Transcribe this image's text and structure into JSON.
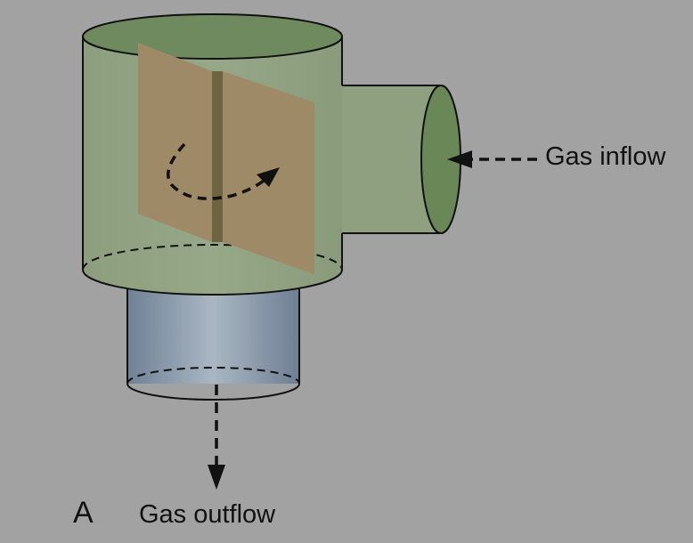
{
  "figure": {
    "panel_label": "A",
    "labels": {
      "inflow": "Gas inflow",
      "outflow": "Gas outflow"
    },
    "colors": {
      "background": "#a2a2a2",
      "chamber_fill": "#8ea07f",
      "chamber_top": "#6f8a5e",
      "inlet_opening": "#6a8757",
      "vane_fill": "#9e8a66",
      "vane_divider": "#6e6442",
      "outlet_fill": "#7e8fa3",
      "outlet_highlight": "#aab6c3",
      "stroke": "#111111"
    },
    "icons": {
      "inflow_arrow": "dashed-arrow-left-icon",
      "outflow_arrow": "dashed-arrow-down-icon",
      "rotation_arrow": "curved-dashed-arrow-icon"
    }
  }
}
